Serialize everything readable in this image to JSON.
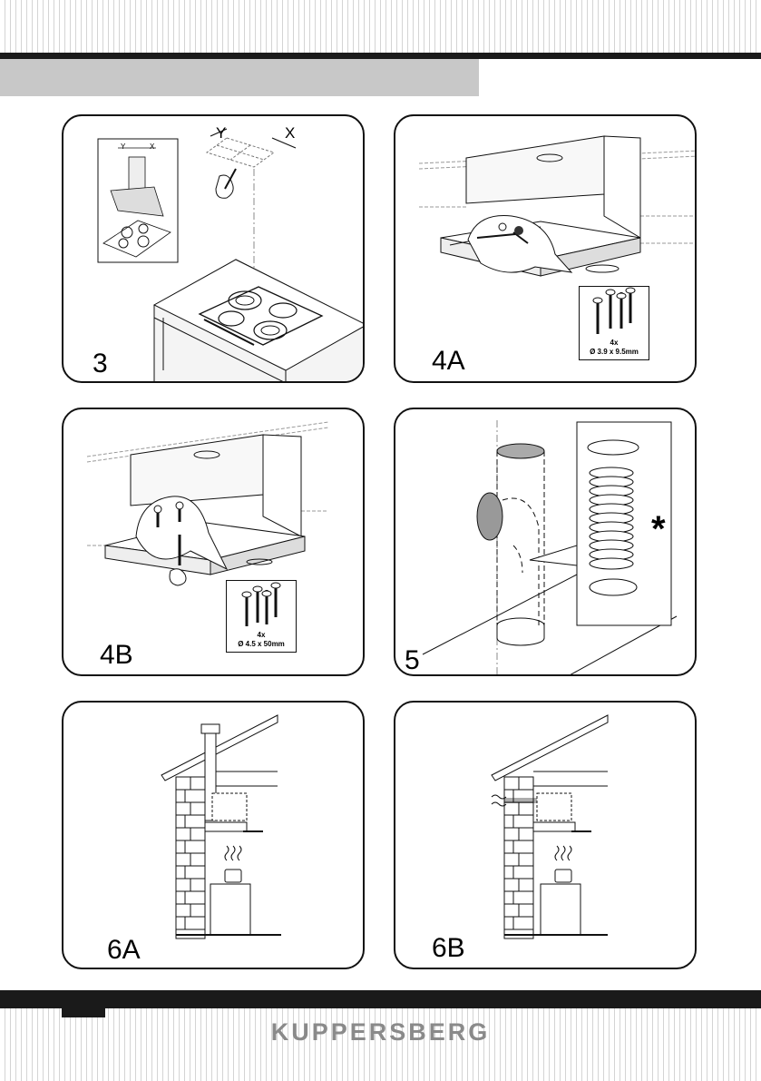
{
  "header": {
    "section_band": ""
  },
  "panels": {
    "p3": {
      "label": "3",
      "axis_y": "Y",
      "axis_x": "X",
      "inset_axis_y": "Y",
      "inset_axis_x": "X"
    },
    "p4a": {
      "label": "4A",
      "screw_qty": "4x",
      "screw_dim": "Ø 3.9 x 9.5mm"
    },
    "p4b": {
      "label": "4B",
      "screw_qty": "4x",
      "screw_dim": "Ø 4.5 x 50mm"
    },
    "p5": {
      "label": "5",
      "note_mark": "*"
    },
    "p6a": {
      "label": "6A"
    },
    "p6b": {
      "label": "6B"
    }
  },
  "footer": {
    "brand": "KUPPERSBERG"
  },
  "colors": {
    "dark_bar": "#1a1a1a",
    "band_gray": "#c8c8c8",
    "brand_gray": "#8a8a8a"
  }
}
